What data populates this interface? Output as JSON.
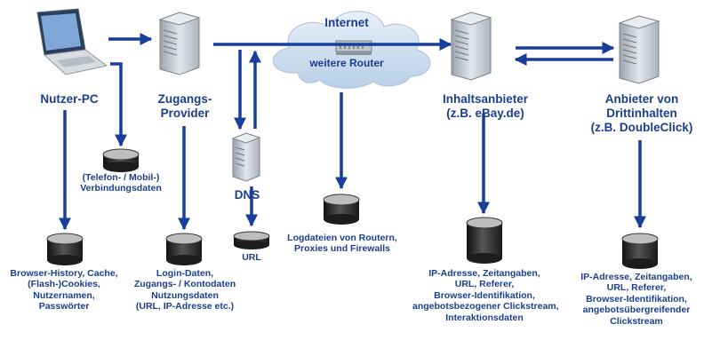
{
  "colors": {
    "arrow": "#173e9a",
    "text": "#1a3f8f",
    "cloud": "#cfe0f2",
    "server": "#c9ced4",
    "cylinder": "#3a3a3a"
  },
  "nodes": {
    "nutzer_pc": {
      "label": "Nutzer-PC",
      "icon": "laptop-icon"
    },
    "zugangs_provider": {
      "label_lines": [
        "Zugangs-",
        "Provider"
      ],
      "icon": "server-icon"
    },
    "internet": {
      "title": "Internet",
      "subtitle": "weitere Router",
      "icon": "cloud-icon"
    },
    "inhaltsanbieter": {
      "label_lines": [
        "Inhaltsanbieter",
        "(z.B. eBay.de)"
      ],
      "icon": "server-icon"
    },
    "drittanbieter": {
      "label_lines": [
        "Anbieter von",
        "Drittinhalten",
        "(z.B. DoubleClick)"
      ],
      "icon": "server-icon"
    },
    "dns": {
      "label": "DNS",
      "icon": "server-icon"
    }
  },
  "stores": {
    "verbindungsdaten": [
      "(Telefon- / Mobil-)",
      "Verbindungsdaten"
    ],
    "browser": [
      "Browser-History, Cache,",
      "(Flash-)Cookies,",
      "Nutzernamen,",
      "Passwörter"
    ],
    "login": [
      "Login-Daten,",
      "Zugangs- / Kontodaten",
      "Nutzungsdaten",
      "(URL, IP-Adresse etc.)"
    ],
    "url": [
      "URL"
    ],
    "logdateien": [
      "Logdateien von Routern,",
      "Proxies und Firewalls"
    ],
    "inhalt": [
      "IP-Adresse, Zeitangaben,",
      "URL, Referer,",
      "Browser-Identifikation,",
      "angebotsbezogener Clickstream,",
      "Interaktionsdaten"
    ],
    "dritt": [
      "IP-Adresse, Zeitangaben,",
      "URL, Referer,",
      "Browser-Identifikation,",
      "angebotsübergreifender",
      "Clickstream"
    ]
  }
}
